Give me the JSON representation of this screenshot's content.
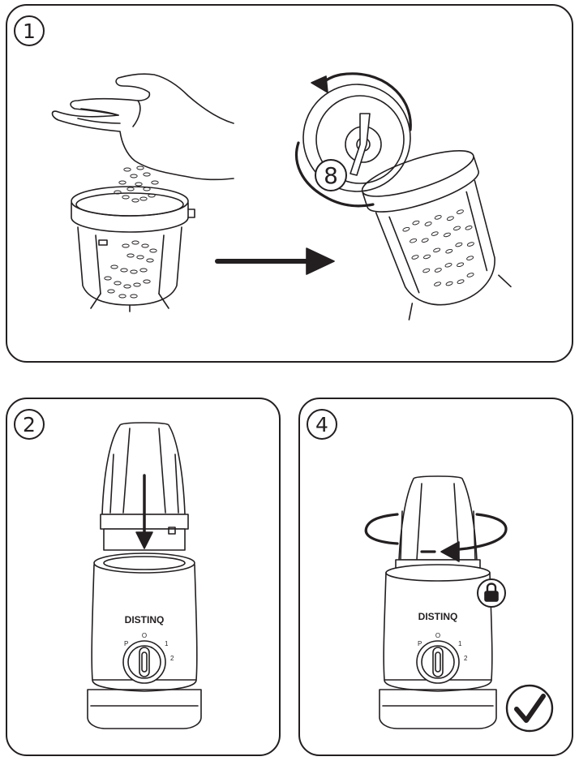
{
  "steps": {
    "one": "1",
    "two": "2",
    "four": "4"
  },
  "badge_eight": "8",
  "brand_label": "DISTINQ",
  "dial_labels": {
    "pulse": "P",
    "off": "O",
    "speed1": "1",
    "speed2": "2"
  },
  "icons": {
    "hand": "hand-pouring-icon",
    "lock": "padlock-icon",
    "check": "checkmark-icon",
    "arrow": "right-arrow-icon",
    "rotate": "rotate-arrow-icon"
  },
  "colors": {
    "line": "#231f20",
    "background": "#ffffff"
  }
}
